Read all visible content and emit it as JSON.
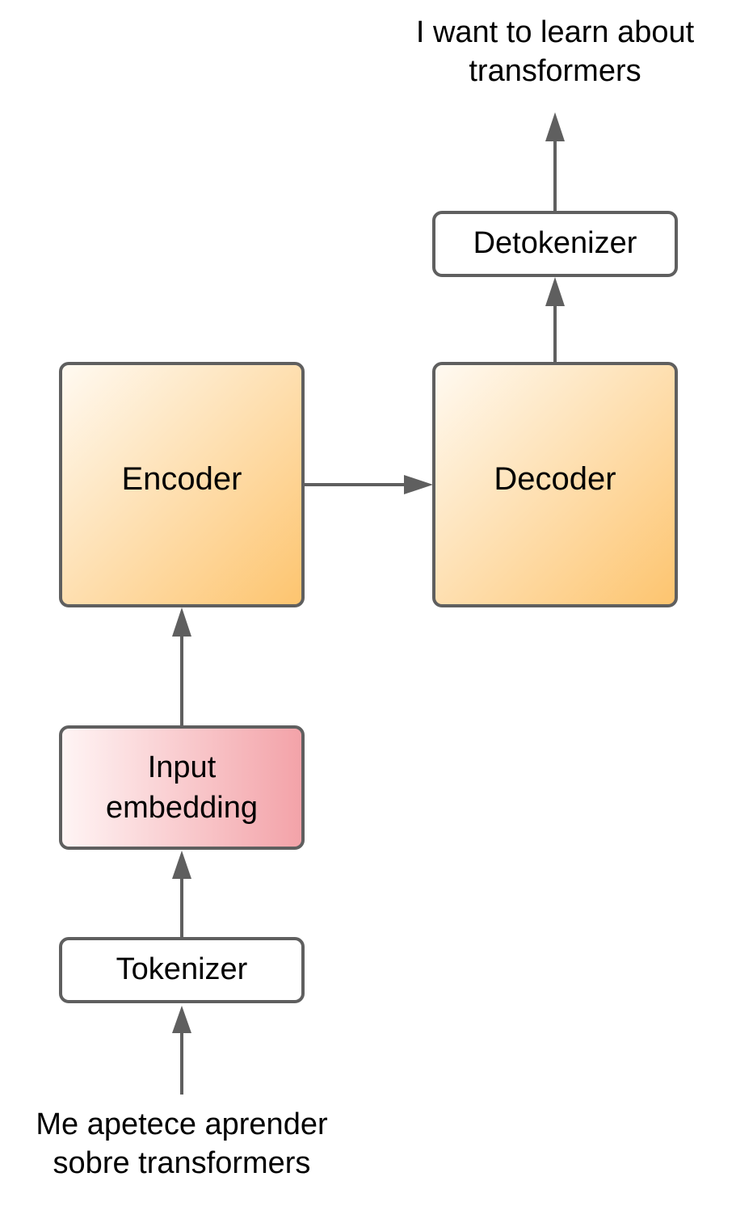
{
  "diagram": {
    "output_text": {
      "line1": "I want to learn about",
      "line2": "transformers"
    },
    "input_text": {
      "line1": "Me apetece aprender",
      "line2": "sobre transformers"
    },
    "nodes": {
      "detokenizer": "Detokenizer",
      "encoder": "Encoder",
      "decoder": "Decoder",
      "input_embedding_line1": "Input",
      "input_embedding_line2": "embedding",
      "tokenizer": "Tokenizer"
    },
    "colors": {
      "stroke": "#5f5f5f",
      "orange_light": "#fffaf2",
      "orange_dark": "#fdc46e",
      "pink_light": "#fff5f5",
      "pink_dark": "#f3a2a8"
    }
  }
}
